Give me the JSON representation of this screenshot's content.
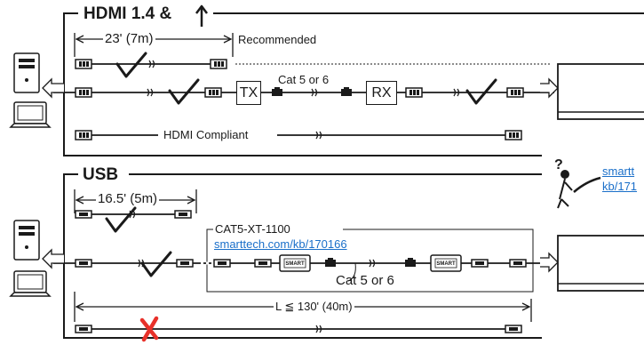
{
  "hdmi": {
    "title": "HDMI 1.4 &",
    "distance": "23' (7m)",
    "recommended": "Recommended",
    "tx": "TX",
    "rx": "RX",
    "cat": "Cat 5 or 6",
    "compliant": "HDMI Compliant"
  },
  "usb": {
    "title": "USB",
    "distance": "16.5' (5m)",
    "extender_model": "CAT5-XT-1100",
    "extender_link": "smarttech.com/kb/170166",
    "cat": "Cat 5 or 6",
    "max_length": "L ≦ 130' (40m)"
  },
  "side_note": {
    "line1": "smartt",
    "line2": "kb/171"
  },
  "colors": {
    "line": "#1a1a1a",
    "link": "#1a6fc9",
    "reject": "#e8312a"
  },
  "icons": [
    "computer-tower-icon",
    "laptop-icon",
    "display-icon",
    "checkmark-icon",
    "reject-x-icon",
    "person-question-icon",
    "arrow-up-icon"
  ]
}
